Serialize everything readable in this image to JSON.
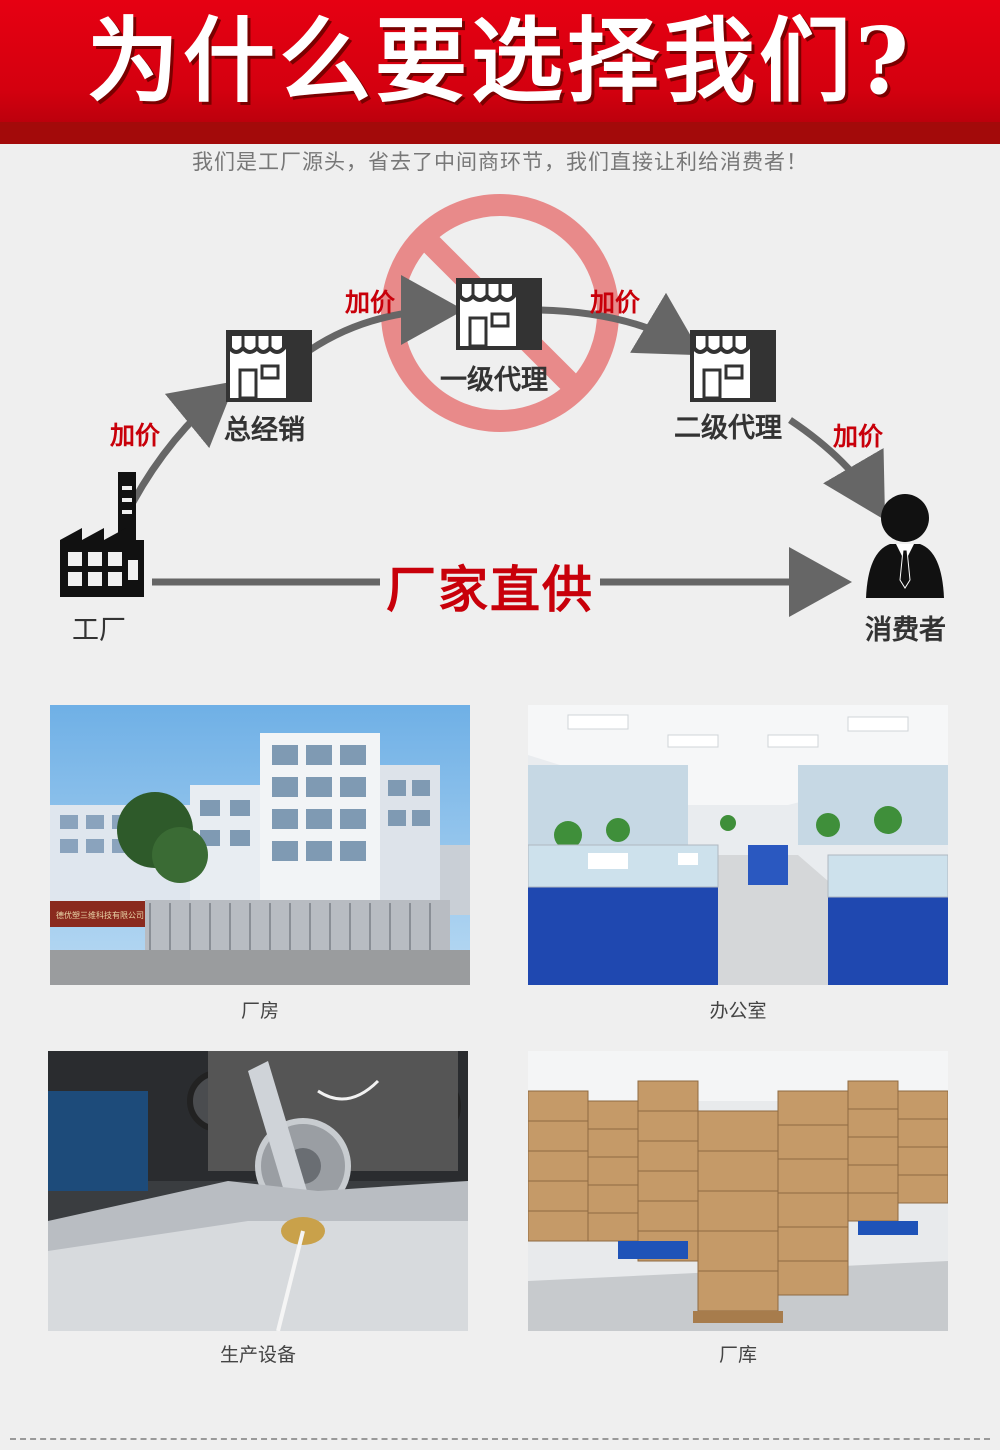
{
  "header": {
    "title": "为什么要选择我们?"
  },
  "subtitle": "我们是工厂源头，省去了中间商环节，我们直接让利给消费者！",
  "diagram": {
    "markup_label": "加价",
    "nodes": {
      "general_distributor": "总经销",
      "first_agent": "一级代理",
      "second_agent": "二级代理",
      "factory": "工厂",
      "consumer": "消费者"
    },
    "direct_supply": "厂家直供",
    "colors": {
      "accent": "#c8000a",
      "arrow": "#666666",
      "prohibit": "#e88a8a"
    }
  },
  "gallery": [
    {
      "caption": "厂房",
      "sign_text": "德优塑三维科技有限公司"
    },
    {
      "caption": "办公室"
    },
    {
      "caption": "生产设备"
    },
    {
      "caption": "厂库"
    }
  ]
}
